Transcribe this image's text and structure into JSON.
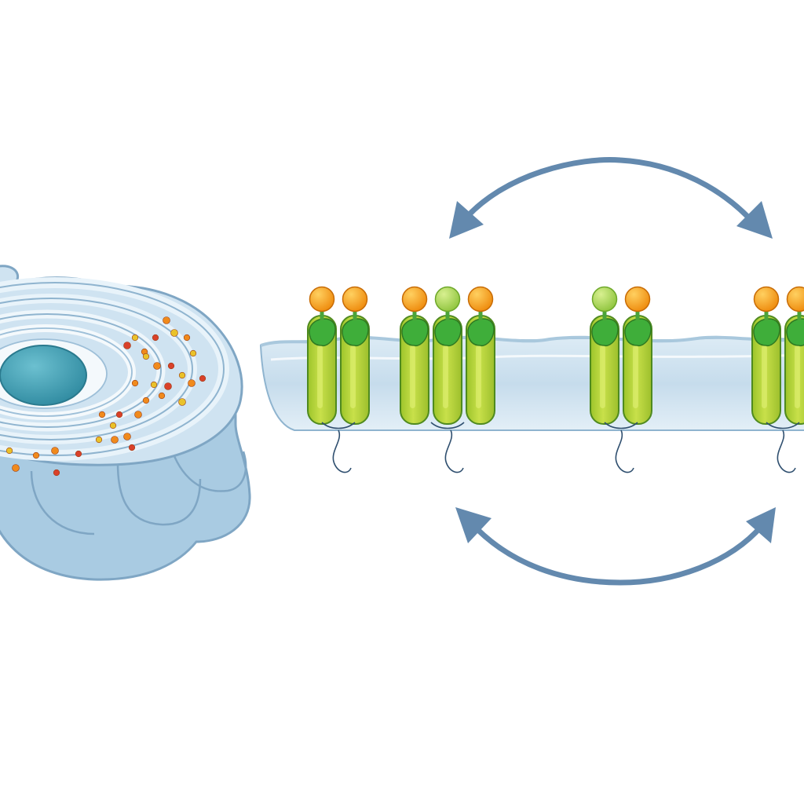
{
  "colors": {
    "background": "#ffffff",
    "membrane_fill": "#c9dfee",
    "membrane_edge": "#8fb4cf",
    "organelle_fill": "#bcd7ea",
    "organelle_light": "#e4f0f8",
    "organelle_edge": "#7fa6c4",
    "nucleus": "#3d9bb0",
    "arrow": "#5f86ac",
    "receptor_body": "#b5d334",
    "receptor_edge": "#4f8a1f",
    "receptor_cap": "#3fae3a",
    "ligand_orange": "#f5960f",
    "ligand_green": "#a7d657",
    "tail": "#2f4f6f",
    "vesicle_red": "#d9412a",
    "vesicle_orange": "#f08a1c",
    "vesicle_yellow": "#e9c22a"
  },
  "icons": {
    "organelle": "golgi-organelle-icon",
    "receptor": "membrane-receptor-icon",
    "ligand": "ligand-sphere-icon",
    "arrow": "cycle-arrow-icon"
  },
  "receptor_groups": [
    {
      "ligands": [
        "orange",
        "orange"
      ]
    },
    {
      "ligands": [
        "orange",
        "green",
        "orange"
      ]
    },
    {
      "ligands": [
        "green",
        "orange"
      ]
    },
    {
      "ligands": [
        "orange",
        "orange"
      ]
    }
  ]
}
